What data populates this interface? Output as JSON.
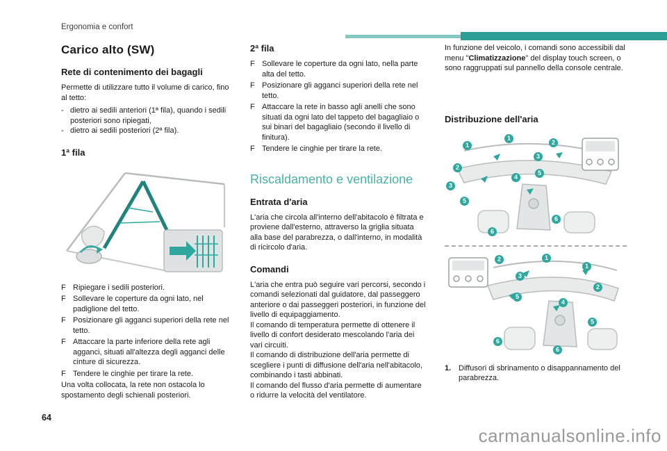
{
  "page": {
    "running_header": "Ergonomia e confort",
    "page_number": "64",
    "watermark": "carmanualsonline.info"
  },
  "colors": {
    "accent": "#2fa79e",
    "accent_light": "#84c8c2"
  },
  "glyphs": {
    "step_arrow": "F",
    "dash": "-"
  },
  "col1": {
    "title": "Carico alto (SW)",
    "subtitle": "Rete di contenimento dei bagagli",
    "intro": "Permette di utilizzare tutto il volume di carico, fino al tetto:",
    "dash_items": [
      "dietro ai sedili anteriori (1ª fila), quando i sedili posteriori sono ripiegati,",
      "dietro ai sedili posteriori (2ª fila)."
    ],
    "fila1_heading": "1ª fila",
    "steps": [
      "Ripiegare i sedili posteriori.",
      "Sollevare le coperture da ogni lato, nel padiglione del tetto.",
      "Posizionare gli agganci superiori della rete nel tetto.",
      "Attaccare la parte inferiore della rete agli agganci, situati all'altezza degli agganci delle cinture di sicurezza.",
      "Tendere le cinghie per tirare la rete."
    ],
    "outro": "Una volta collocata, la rete non ostacola lo spostamento degli schienali posteriori."
  },
  "col2": {
    "fila2_heading": "2ª fila",
    "steps": [
      "Sollevare le coperture da ogni lato, nella parte alta del tetto.",
      "Posizionare gli agganci superiori della rete nel tetto.",
      "Attaccare la rete in basso agli anelli che sono situati da ogni lato del tappeto del bagagliaio o sui binari del bagagliaio (secondo il livello di finitura).",
      "Tendere le cinghie per tirare la rete."
    ],
    "section_title": "Riscaldamento e ventilazione",
    "entrata_heading": "Entrata d'aria",
    "entrata_text": "L'aria che circola all'interno dell'abitacolo è filtrata e proviene dall'esterno, attraverso la griglia situata alla base del parabrezza, o dall'interno, in modalità di ricircolo d'aria.",
    "comandi_heading": "Comandi",
    "comandi_paragraphs": [
      "L'aria che entra può seguire vari percorsi, secondo i comandi selezionati dal guidatore, dal passeggero anteriore o dai passeggeri posteriori, in funzione del livello di equipaggiamento.",
      "Il comando di temperatura permette di ottenere il livello di confort desiderato mescolando l'aria dei vari circuiti.",
      "Il comando di distribuzione dell'aria permette di scegliere i punti di diffusione dell'aria nell'abitacolo, combinando i tasti abbinati.",
      "Il comando del flusso d'aria permette di aumentare o ridurre la velocità del ventilatore."
    ]
  },
  "col3": {
    "intro_before": "In funzione del veicolo, i comandi sono accessibili dal menu \"",
    "intro_bold": "Climatizzazione",
    "intro_after": "\" del display touch screen, o sono raggruppati sul pannello della console centrale.",
    "distribuzione_heading": "Distribuzione dell'aria",
    "fig1_badges": [
      "1",
      "1",
      "2",
      "2",
      "3",
      "3",
      "4",
      "5",
      "5",
      "6",
      "6"
    ],
    "fig2_badges": [
      "2",
      "1",
      "1",
      "3",
      "2",
      "4",
      "5",
      "5",
      "6",
      "6"
    ],
    "caption_number": "1.",
    "caption_text": "Diffusori di sbrinamento o disappannamento del parabrezza."
  }
}
